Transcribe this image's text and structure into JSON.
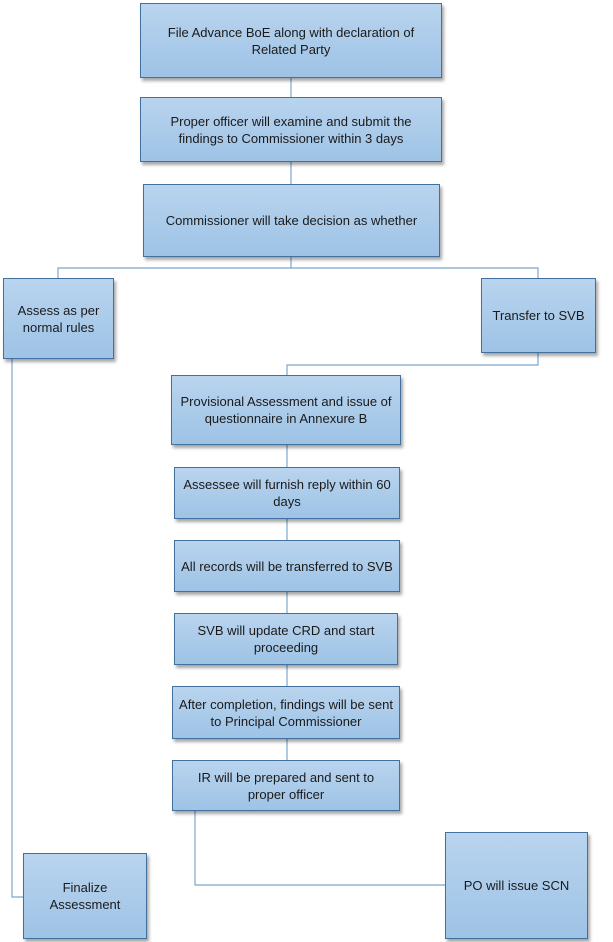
{
  "diagram": {
    "line_color": "#7aa7cf",
    "box_fill": "#a8c8ea",
    "box_border": "#41719c",
    "nodes": {
      "file_advance": "File Advance BoE along with declaration of Related Party",
      "proper_officer": "Proper officer will examine and submit the findings to Commissioner within 3 days",
      "commissioner": "Commissioner will take decision as whether",
      "assess_normal": "Assess as per normal rules",
      "transfer_svb": "Transfer to SVB",
      "provisional": "Provisional Assessment and issue of questionnaire in Annexure B",
      "assessee_reply": "Assessee will furnish reply within 60 days",
      "records_transfer": "All records will be transferred to SVB",
      "svb_update": "SVB will update CRD and start proceeding",
      "after_completion": "After completion, findings will be sent to Principal Commissioner",
      "ir_prepared": "IR will be prepared and sent to proper officer",
      "finalize": "Finalize Assessment",
      "po_scn": "PO will issue SCN"
    }
  }
}
